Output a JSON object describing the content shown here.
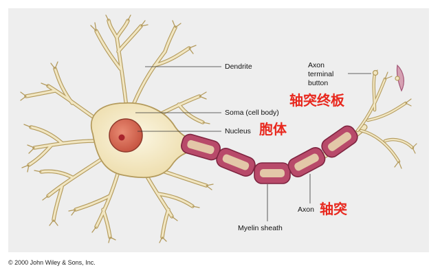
{
  "labels": {
    "dendrite": "Dendrite",
    "axon_terminal_line1": "Axon",
    "axon_terminal_line2": "terminal",
    "axon_terminal_line3": "button",
    "soma": "Soma (cell body)",
    "nucleus": "Nucleus",
    "myelin": "Myelin sheath",
    "axon": "Axon"
  },
  "chinese_labels": {
    "axon_terminal": "轴突终板",
    "soma": "胞体",
    "axon": "轴突"
  },
  "copyright": "© 2000 John Wiley & Sons, Inc.",
  "colors": {
    "background_panel": "#eeeeee",
    "cell_fill": "#f1e6c2",
    "cell_outline": "#b39a5c",
    "nucleus_fill": "#d96a55",
    "nucleolus": "#a8242c",
    "myelin_fill": "#b84a6a",
    "myelin_inner": "#e3c7a8",
    "annotation_red": "#e8281e"
  }
}
